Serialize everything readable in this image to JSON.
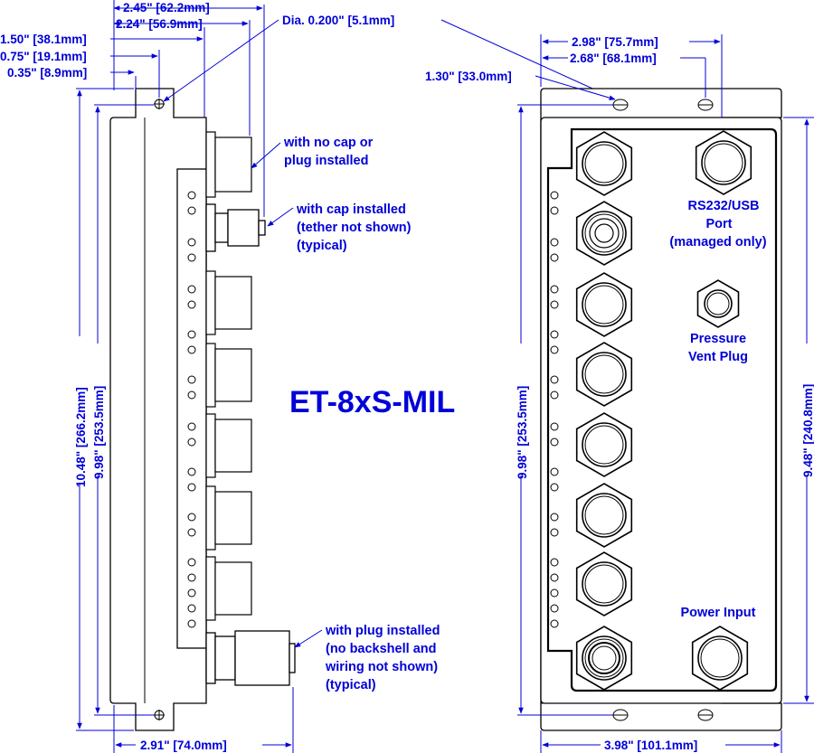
{
  "title": "ET-8xS-MIL",
  "side_view": {
    "dims": {
      "d245": "2.45\" [62.2mm]",
      "d224": "2.24\" [56.9mm]",
      "d150": "1.50\" [38.1mm]",
      "d075": "0.75\" [19.1mm]",
      "d035": "0.35\" [8.9mm]",
      "d1048": "10.48\" [266.2mm]",
      "d998": "9.98\" [253.5mm]",
      "d291": "2.91\" [74.0mm]",
      "dia": "Dia.  0.200\" [5.1mm]"
    },
    "callouts": {
      "no_cap_1": "with no cap or",
      "no_cap_2": "plug installed",
      "cap_1": "with cap installed",
      "cap_2": "(tether not shown)",
      "cap_3": "(typical)",
      "plug_1": "with plug installed",
      "plug_2": "(no backshell and",
      "plug_3": "wiring not shown)",
      "plug_4": "(typical)"
    }
  },
  "front_view": {
    "dims": {
      "d298": "2.98\" [75.7mm]",
      "d268": "2.68\" [68.1mm]",
      "d130": "1.30\" [33.0mm]",
      "d998": "9.98\" [253.5mm]",
      "d948": "9.48\" [240.8mm]",
      "d398": "3.98\" [101.1mm]"
    },
    "labels": {
      "rs232_1": "RS232/USB",
      "rs232_2": "Port",
      "rs232_3": "(managed only)",
      "vent_1": "Pressure",
      "vent_2": "Vent Plug",
      "power": "Power Input"
    }
  }
}
